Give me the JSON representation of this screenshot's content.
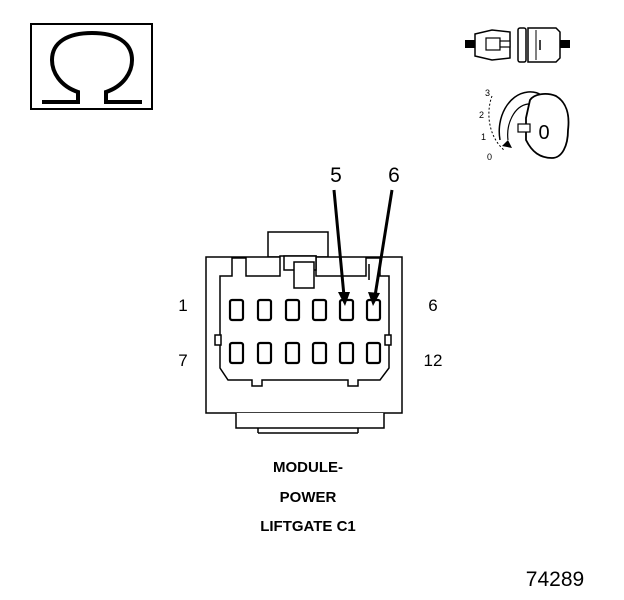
{
  "ohm_symbol": "Ω",
  "pointer_labels": [
    "5",
    "6"
  ],
  "row_labels": {
    "top_left": "1",
    "top_right": "6",
    "bottom_left": "7",
    "bottom_right": "12"
  },
  "key_positions": [
    "3",
    "2",
    "1",
    "0"
  ],
  "key_face": "0",
  "caption_lines": [
    "MODULE-",
    "POWER",
    "LIFTGATE C1"
  ],
  "figure_number": "74289"
}
